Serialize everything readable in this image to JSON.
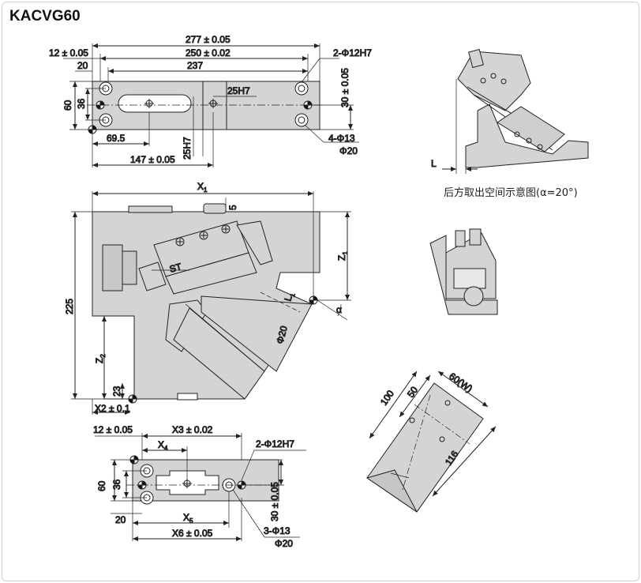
{
  "title": "KACVG60",
  "caption": "后方取出空间示意图(α=20°)",
  "top_view": {
    "dim_277": "277 ± 0.05",
    "dim_250": "250 ± 0.02",
    "dim_237": "237",
    "dim_12": "12 ± 0.05",
    "dim_20": "20",
    "dim_60": "60",
    "dim_36": "36",
    "dim_69_5": "69.5",
    "dim_147": "147 ± 0.05",
    "dim_25H7_a": "25H7",
    "dim_25H7_b": "25H7",
    "dim_30": "30 ± 0.05",
    "hole_12": "2-Φ12H7",
    "hole_13": "4-Φ13",
    "hole_20": "Φ20"
  },
  "side_view": {
    "X1": "X",
    "X1_sub": "1",
    "Z1": "Z",
    "Z1_sub": "1",
    "Z2": "Z",
    "Z2_sub": "2",
    "dim_5": "5",
    "dim_225": "225",
    "dim_23": "23",
    "X2": "X2 ± 0.1",
    "ST": "ST",
    "alpha": "α",
    "phi20": "Φ20",
    "L1": "L",
    "L1_sub": "1"
  },
  "bottom_view": {
    "dim_12": "12 ± 0.05",
    "X3": "X3 ± 0.02",
    "X4": "X",
    "X4_sub": "4",
    "hole_12": "2-Φ12H7",
    "dim_60": "60",
    "dim_36": "36",
    "dim_30": "30 ± 0.05",
    "dim_20": "20",
    "X5": "X",
    "X5_sub": "5",
    "X6": "X6 ± 0.05",
    "hole_13": "3-Φ13",
    "hole_20": "Φ20"
  },
  "iso_view": {
    "L": "L"
  },
  "block_view": {
    "dim_100": "100",
    "dim_50": "50",
    "dim_60W": "60(W)",
    "dim_116": "116"
  }
}
